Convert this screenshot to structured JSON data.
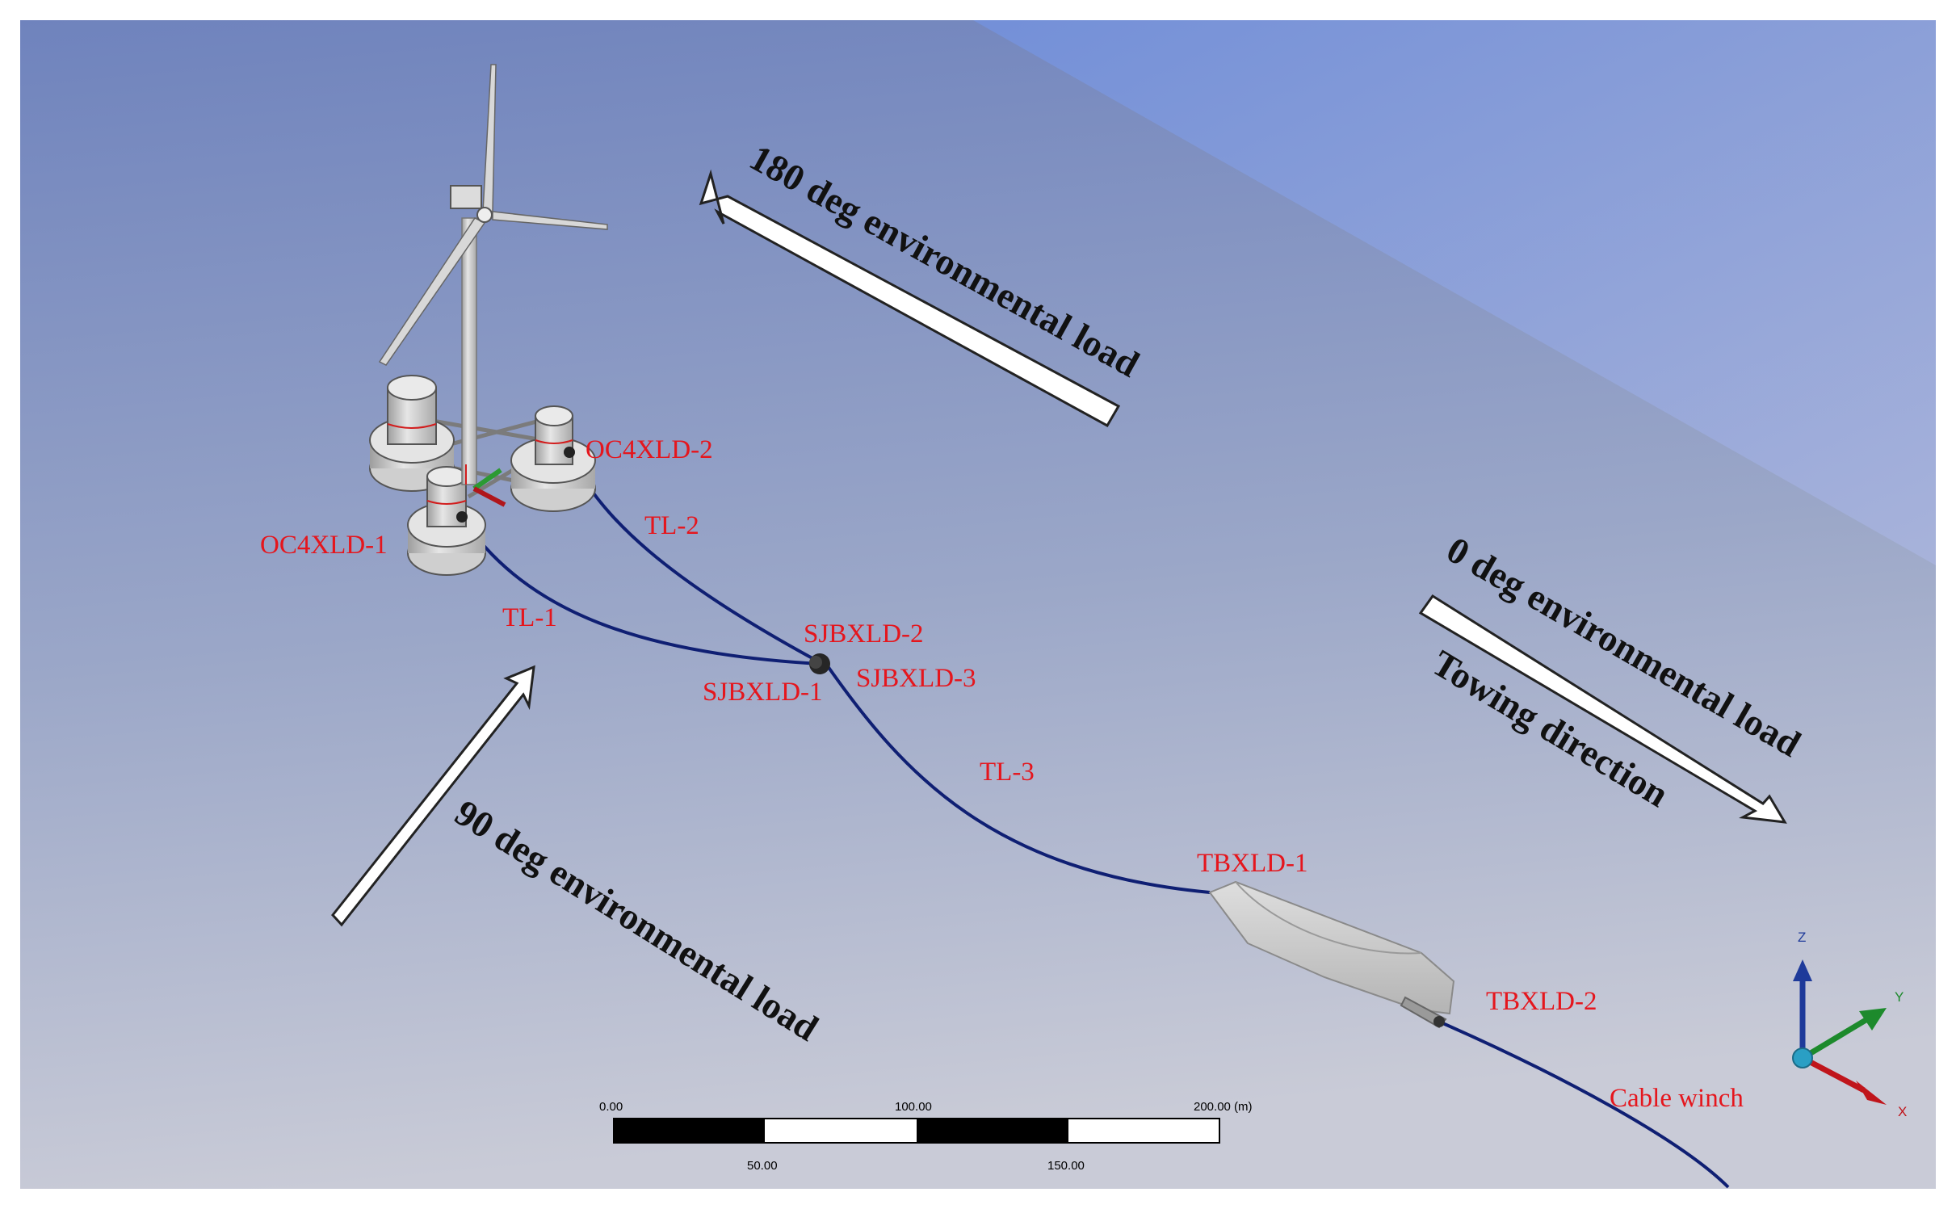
{
  "load_arrows": {
    "deg180": "180 deg environmental load",
    "deg90": "90 deg environmental load",
    "deg0": "0 deg environmental load",
    "towing": "Towing direction"
  },
  "labels": {
    "oc4xld_1": "OC4XLD-1",
    "oc4xld_2": "OC4XLD-2",
    "tl_1": "TL-1",
    "tl_2": "TL-2",
    "tl_3": "TL-3",
    "sjbxld_1": "SJBXLD-1",
    "sjbxld_2": "SJBXLD-2",
    "sjbxld_3": "SJBXLD-3",
    "tbxld_1": "TBXLD-1",
    "tbxld_2": "TBXLD-2",
    "cable_winch": "Cable winch"
  },
  "scale_bar": {
    "top_ticks": [
      "0.00",
      "100.00",
      "200.00 (m)"
    ],
    "bottom_ticks": [
      "50.00",
      "150.00"
    ]
  },
  "axes": {
    "z": "Z",
    "y": "Y",
    "x": "X"
  },
  "colors": {
    "label": "#e5161d",
    "cable": "#0f1f73",
    "axis_z": "#1e3a9a",
    "axis_y": "#1d8a2c",
    "axis_x": "#c0151b"
  }
}
